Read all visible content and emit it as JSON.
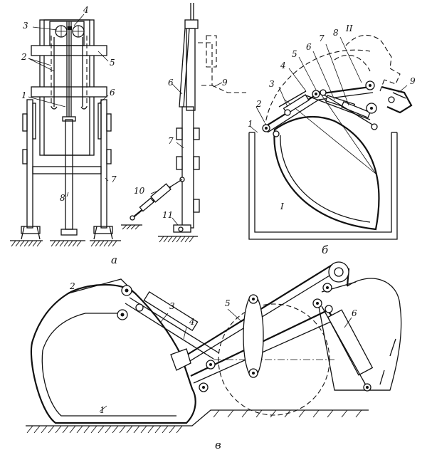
{
  "figure_a": {
    "caption": "а",
    "labels": [
      "3",
      "4",
      "2",
      "5",
      "1",
      "6",
      "7",
      "8"
    ]
  },
  "figure_a_side": {
    "labels": [
      "6",
      "9",
      "7",
      "10",
      "11"
    ]
  },
  "figure_b": {
    "caption": "б",
    "labels": [
      "II",
      "4",
      "5",
      "6",
      "7",
      "8",
      "3",
      "9",
      "2",
      "1",
      "I"
    ]
  },
  "figure_c": {
    "caption": "в",
    "labels": [
      "2",
      "3",
      "4",
      "5",
      "6",
      "1"
    ]
  }
}
